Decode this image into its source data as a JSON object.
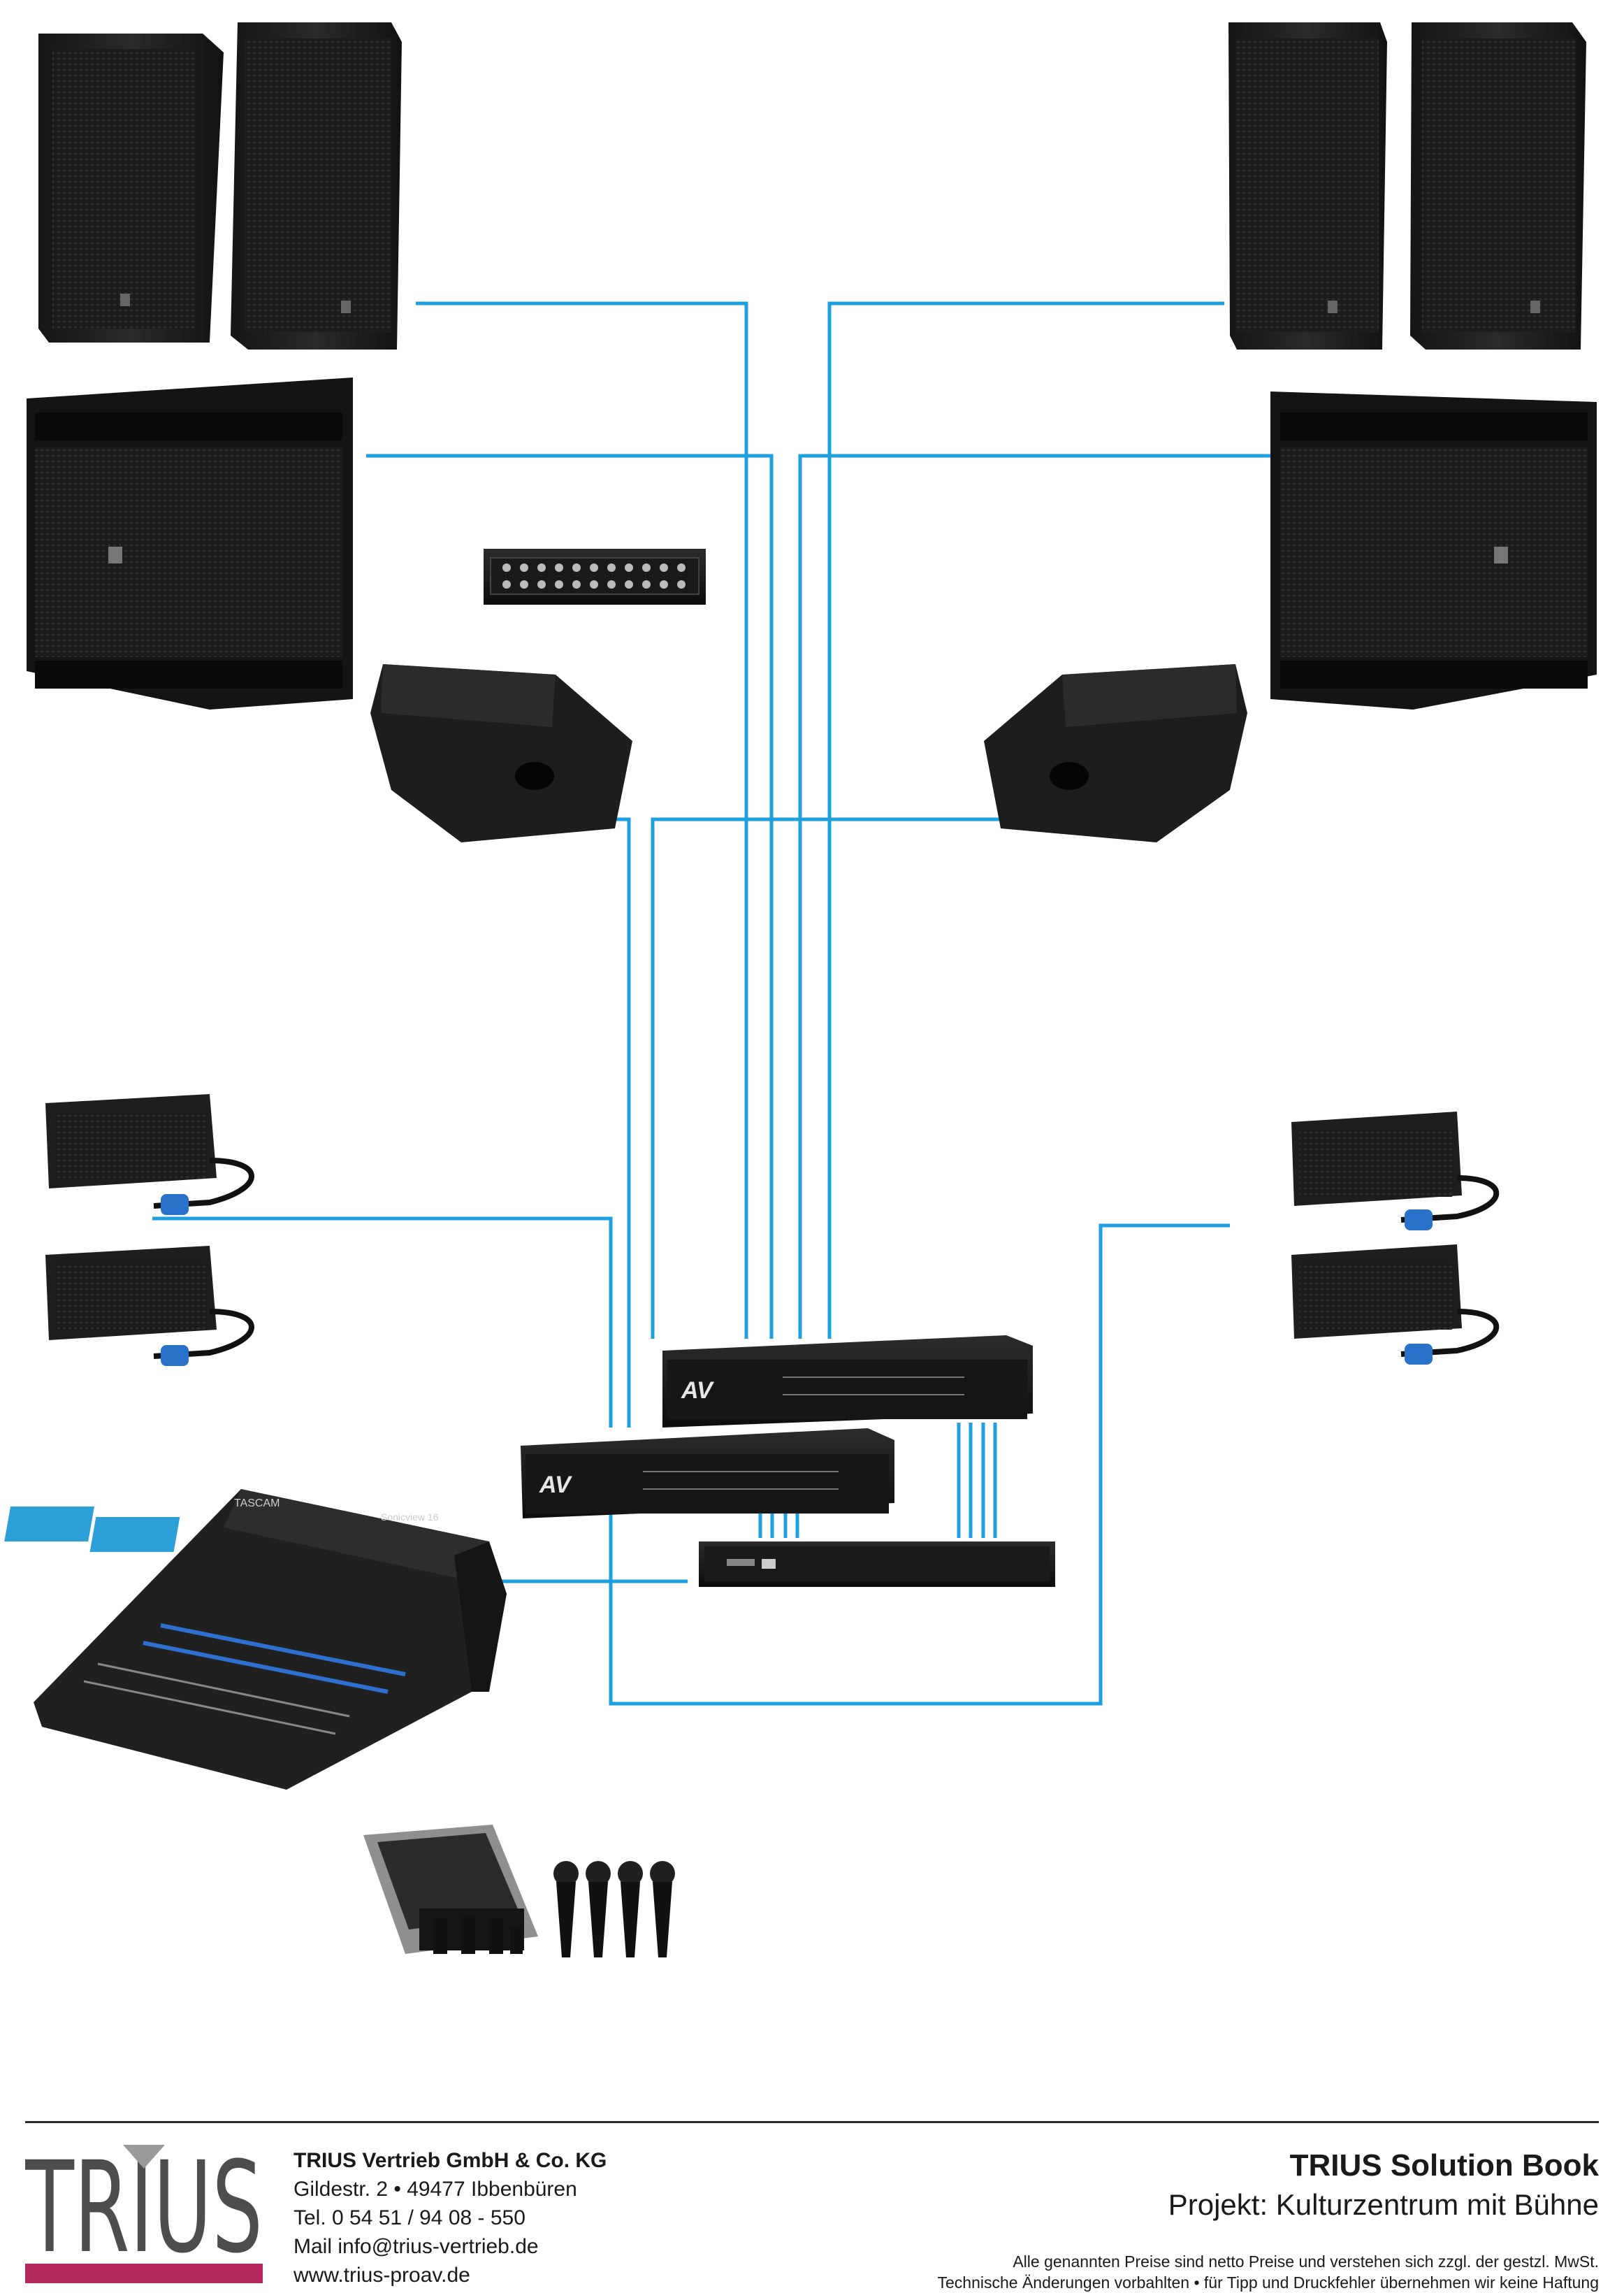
{
  "brand": {
    "logo_text": "TRIUS",
    "accent_color": "#b5285e",
    "wire_color": "#1e9fe0"
  },
  "company": {
    "name": "TRIUS Vertrieb GmbH & Co. KG",
    "address": "Gildestr. 2 • 49477 Ibbenbüren",
    "phone": "Tel. 0 54 51 / 94 08 - 550",
    "mail": "Mail info@trius-vertrieb.de",
    "web": "www.trius-proav.de"
  },
  "solution": {
    "title": "TRIUS Solution Book",
    "project": "Projekt: Kulturzentrum mit Bühne",
    "disclaimer_1": "Alle genannten Preise sind netto Preise und verstehen sich zzgl. der gestzl. MwSt.",
    "disclaimer_2": "Technische Änderungen vorbahlten • für Tipp und Druckfehler übernehmen wir keine Haftung"
  },
  "devices": {
    "mixer_brand": "TASCAM",
    "mixer_model": "Sonicview 16",
    "amp_brand": "AV"
  }
}
